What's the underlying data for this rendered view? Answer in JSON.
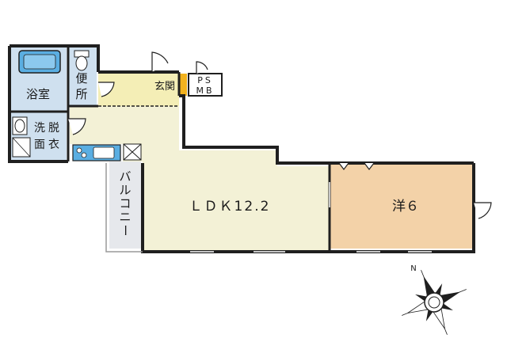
{
  "rooms": {
    "bath": "浴室",
    "toilet": "便所",
    "washroom_col1": "洗面",
    "washroom_col2": "脱衣",
    "entrance": "玄関",
    "ps": "PS",
    "mb": "MB",
    "balcony": "バルコニー",
    "ldk": "ＬＤＫ12.2",
    "western": "洋６"
  },
  "compass": {
    "north_mark": "N"
  },
  "colors": {
    "wall": "#1f1f1f",
    "ldk_floor": "#f3f1d6",
    "western_floor": "#f3d2a8",
    "entrance_floor": "#f4eeb6",
    "wet_area_floor": "#cfe0ef",
    "fixture_blue": "#5aaee2",
    "balcony_floor": "#e6e8ec",
    "ps_accent": "#f2b21e"
  }
}
